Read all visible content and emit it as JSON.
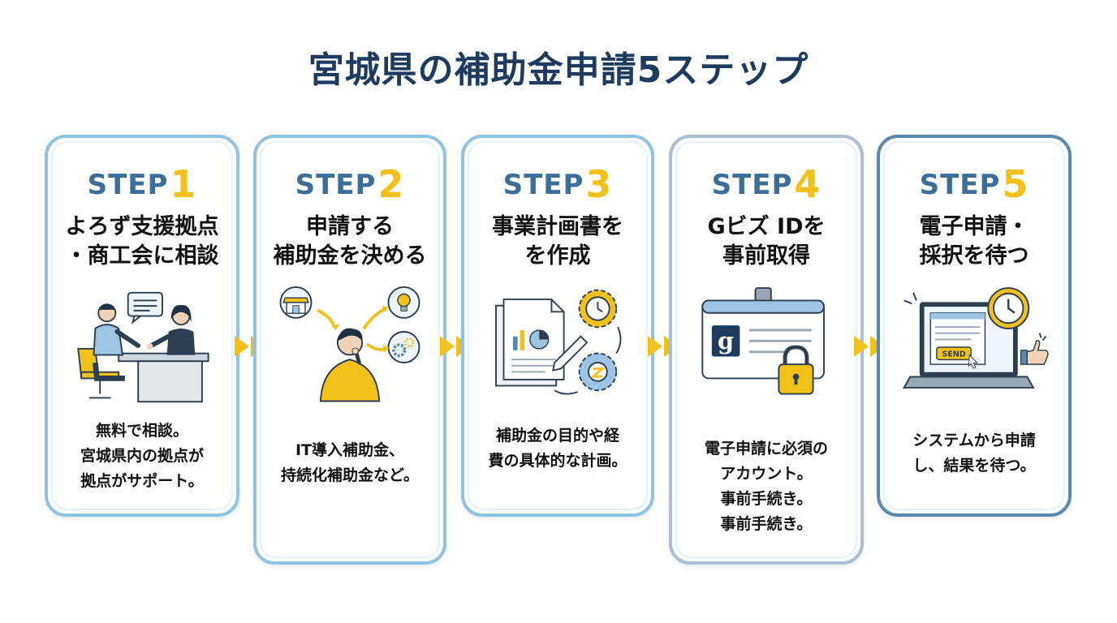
{
  "title": "宮城県の補助金申請5ステップ",
  "steps": [
    {
      "label": "STEP",
      "number": "1",
      "heading": "よろず支援拠点\n・商工会に相談",
      "illustration": "consultation-illustration",
      "description": "無料で相談。\n宮城県内の拠点が\n拠点がサポート。"
    },
    {
      "label": "STEP",
      "number": "2",
      "heading": "申請する\n補助金を決める",
      "illustration": "decision-illustration",
      "description": "IT導入補助金、\n持続化補助金など。"
    },
    {
      "label": "STEP",
      "number": "3",
      "heading": "事業計画書を\nを作成",
      "illustration": "business-plan-illustration",
      "description": "補助金の目的や経\n費の具体的な計画。"
    },
    {
      "label": "STEP",
      "number": "4",
      "heading": "Gビズ IDを\n事前取得",
      "illustration": "gbiz-id-card-illustration",
      "description": "電子申請に必須の\nアカウント。\n事前手続き。\n事前手続き。"
    },
    {
      "label": "STEP",
      "number": "5",
      "heading": "電子申請・\n採択を待つ",
      "illustration": "electronic-application-illustration",
      "description": "システムから申請\nし、結果を待つ。",
      "send_label": "SEND"
    }
  ],
  "colors": {
    "title": "#1e3a5f",
    "step_text": "#3b6f99",
    "accent_yellow": "#f2c21a",
    "card_border": "#8fc3e3",
    "card4_border": "#aabfd1",
    "card5_border": "#5b88ad"
  },
  "arrow_icon": "double-chevron-right-icon"
}
